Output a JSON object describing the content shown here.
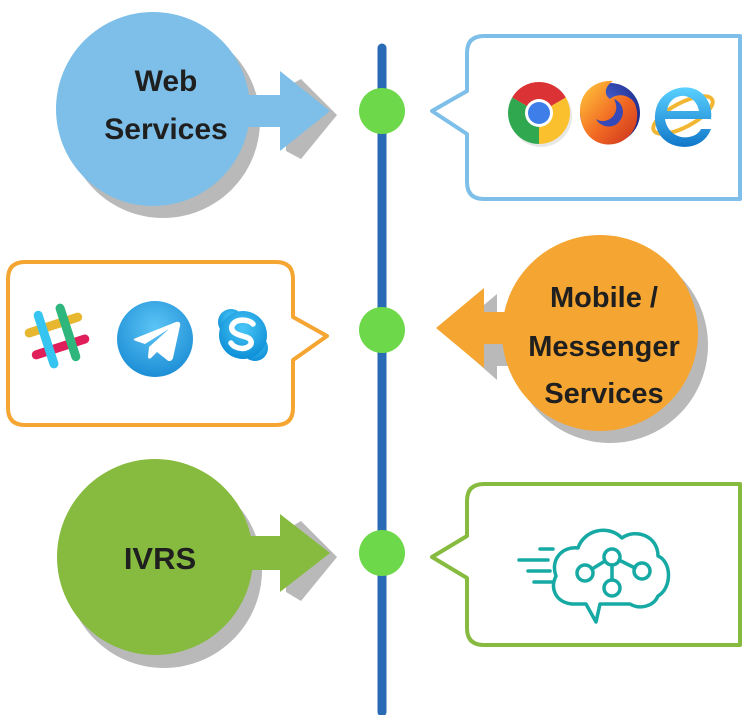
{
  "nodes": {
    "web": {
      "line1": "Web",
      "line2": "Services"
    },
    "mobile": {
      "line1": "Mobile /",
      "line2": "Messenger",
      "line3": "Services"
    },
    "ivrs": {
      "line1": "IVRS"
    }
  },
  "icons": {
    "web": [
      "chrome-icon",
      "firefox-icon",
      "internet-explorer-icon"
    ],
    "mobile": [
      "slack-icon",
      "telegram-icon",
      "skype-icon"
    ],
    "ivrs": [
      "cloud-chatbot-icon"
    ]
  },
  "colors": {
    "web": "#7dbfe8",
    "mobile": "#f5a531",
    "ivrs": "#86bb3f",
    "timeline": "#2a6bb5",
    "dot": "#6dd94a",
    "shadow": "#b9b9b9",
    "chatbot": "#17a9a3"
  }
}
